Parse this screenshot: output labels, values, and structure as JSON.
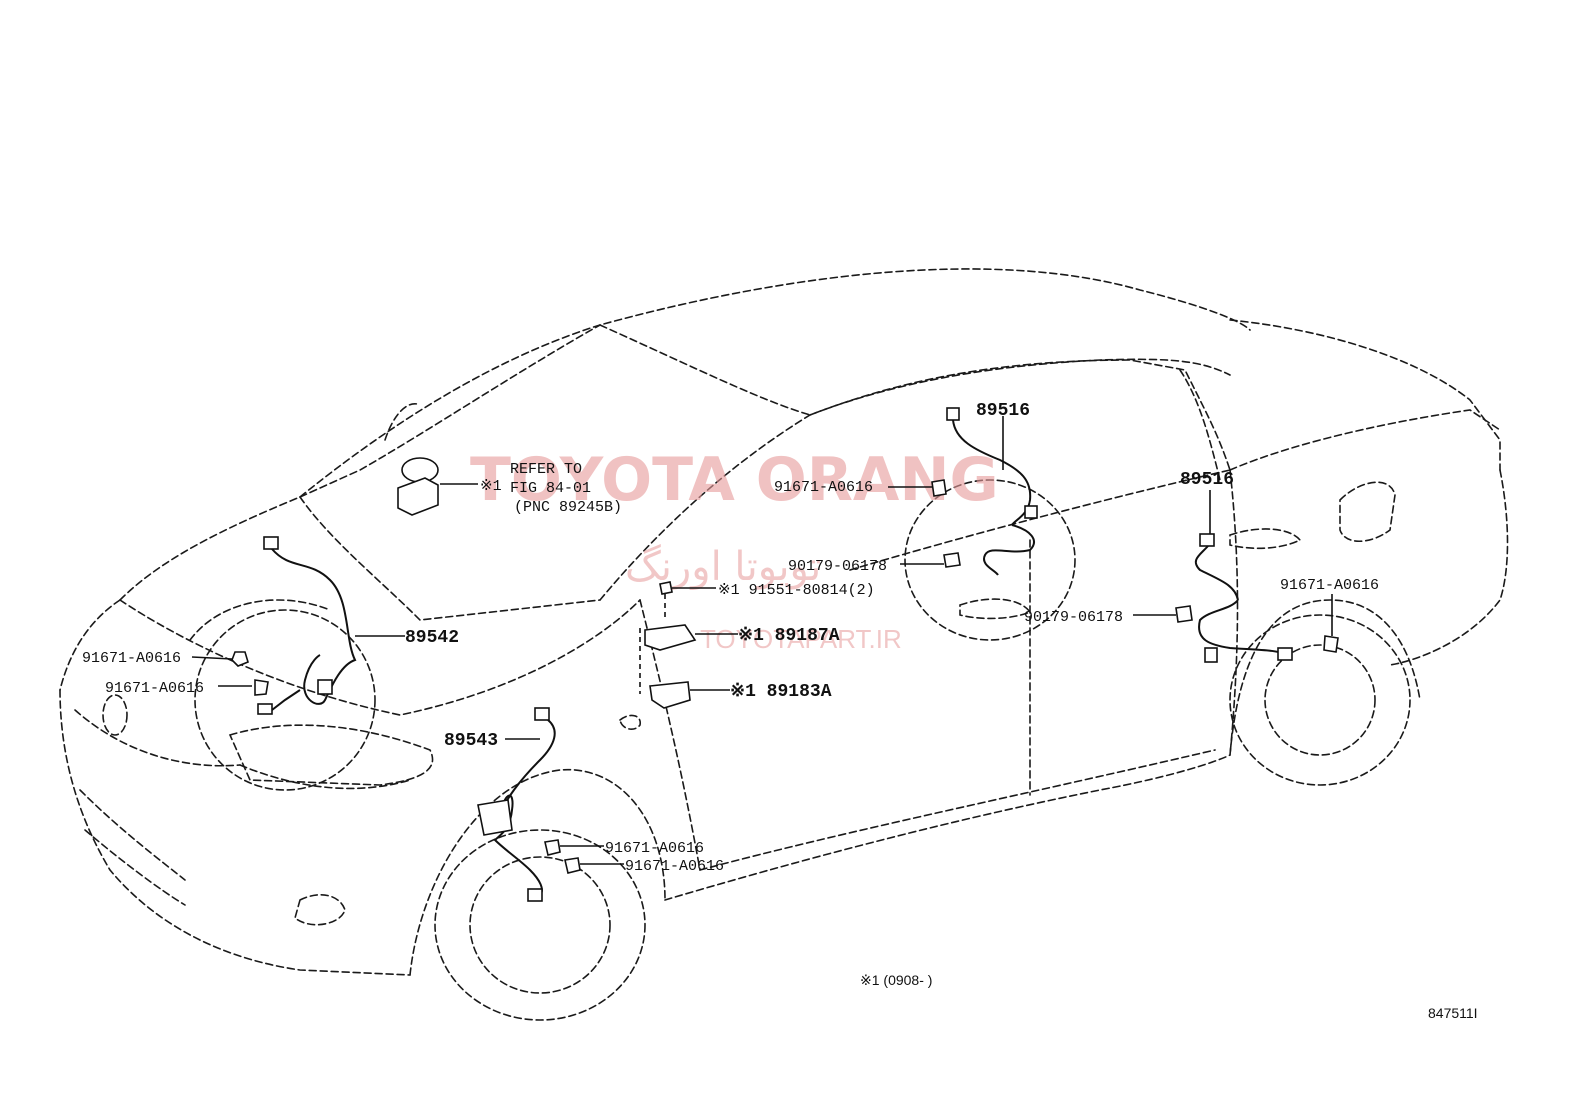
{
  "watermark": {
    "brand": "TOYOTA ORANG",
    "persian": "تویوتا اورنگ",
    "site": "TOYOTAPART.IR"
  },
  "refer_note": {
    "marker": "※1",
    "line1": "REFER TO",
    "line2": "FIG 84-01",
    "line3": "(PNC 89245B)"
  },
  "callouts": {
    "sensor_89516_upper": "89516",
    "sensor_89516_rear": "89516",
    "sensor_89542": "89542",
    "sensor_89543": "89543",
    "bolt_upper_right": "91671-A0616",
    "clip_upper": "90179-06178",
    "clip_lower": "90179-06178",
    "bolt_rear_right": "91671-A0616",
    "bolt_front_left_1": "91671-A0616",
    "bolt_front_left_2": "91671-A0616",
    "bolt_front_right_1": "91671-A0616",
    "bolt_front_right_2": "91671-A0616",
    "bolt_center": "※1 91551-80814(2)",
    "bracket_center": "※1 89187A",
    "sensor_center": "※1 89183A"
  },
  "footer": {
    "note": "※1 (0908-     )",
    "figure_code": "847511I"
  }
}
